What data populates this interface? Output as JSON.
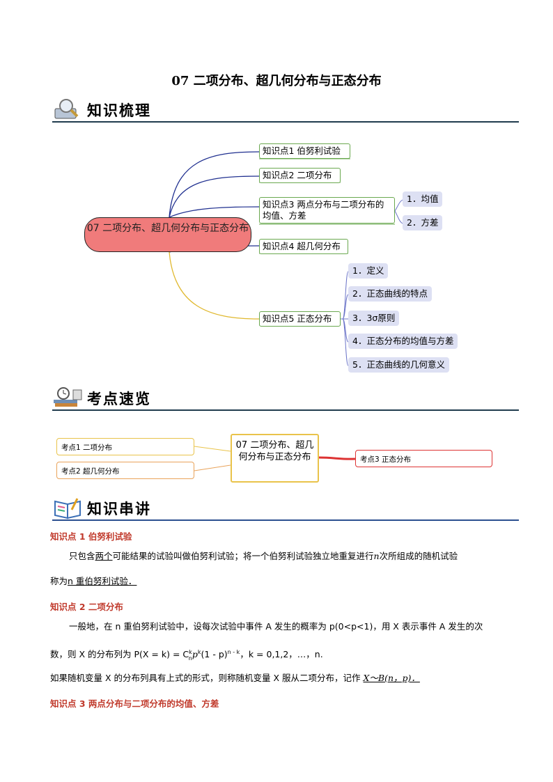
{
  "title": "07  二项分布、超几何分布与正态分布",
  "sections": {
    "knowledge_map": "知识梳理",
    "exam_points": "考点速览",
    "knowledge_talk": "知识串讲"
  },
  "mindmap": {
    "root": "07 二项分布、超几何分布与正态分布",
    "nodes": [
      "知识点1  伯努利试验",
      "知识点2   二项分布",
      "知识点3   两点分布与二项分布的均值、方差",
      "知识点4   超几何分布",
      "知识点5   正态分布"
    ],
    "kp3_children": [
      "1．均值",
      "2．方差"
    ],
    "kp5_children": [
      "1．定义",
      "2．正态曲线的特点",
      "3．3σ原则",
      "4．正态分布的均值与方差",
      "5．正态曲线的几何意义"
    ]
  },
  "exam_map": {
    "root": "07 二项分布、超几何分布与正态分布",
    "left": [
      "考点1  二项分布",
      "考点2  超几何分布"
    ],
    "right": [
      "考点3  正态分布"
    ]
  },
  "content": {
    "kp1_title": "知识点 1    伯努利试验",
    "kp1_p1_a": "只包含",
    "kp1_p1_u": "两个",
    "kp1_p1_b": "可能结果的试验叫做伯努利试验；将一个伯努利试验独立地重复进行",
    "kp1_p1_n": "n",
    "kp1_p1_c": "次所组成的随机试验",
    "kp1_p2_a": "称为",
    "kp1_p2_u": "n 重伯努利试验．",
    "kp2_title": "知识点 2    二项分布",
    "kp2_p1": "一般地，在 n 重伯努利试验中，设每次试验中事件 A 发生的概率为 p(0<p<1)，用 X 表示事件 A 发生的次",
    "kp2_p2": "数，则 X 的分布列为 P(X = k) = C",
    "kp2_p2_b": "p",
    "kp2_p2_c": "(1 - p)",
    "kp2_p2_d": "，k = 0,1,2，…，n.",
    "kp2_p3_a": "如果随机变量 X 的分布列具有上式的形式，则称随机变量 X 服从二项分布，记作 ",
    "kp2_p3_u": "X～B(n，p)．",
    "kp3_title": "知识点 3    两点分布与二项分布的均值、方差"
  },
  "colors": {
    "branch_blue": "#1f2f8f",
    "branch_gold": "#e0b82e",
    "root_fill": "#f07b7b",
    "node_border": "#6aa84f",
    "sub_fill": "#dde0f3",
    "heading_red": "#c0392b"
  }
}
